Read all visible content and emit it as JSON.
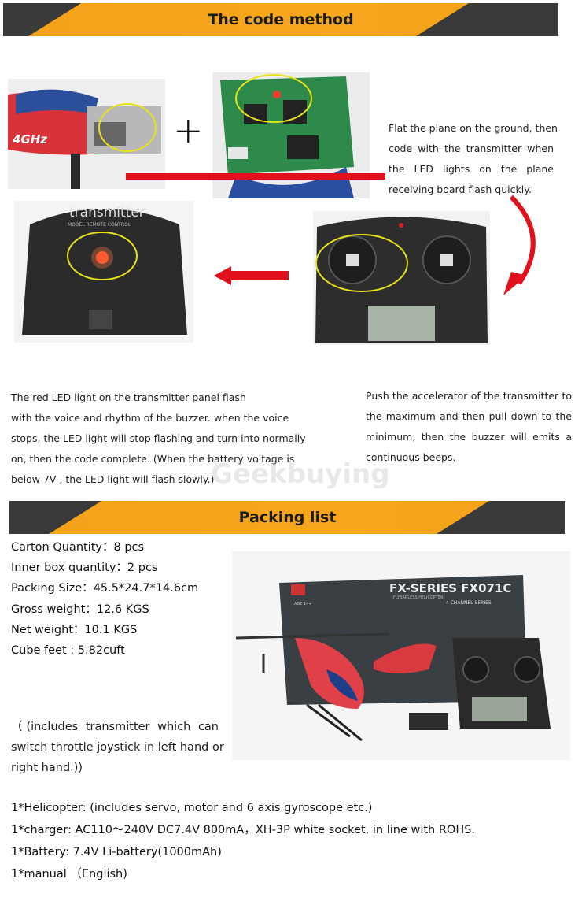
{
  "banner1": {
    "title": "The code method"
  },
  "banner2": {
    "title": "Packing list"
  },
  "step1_text": [
    "Flat the plane on the ground, then",
    "code with the transmitter when",
    "the LED lights on the plane",
    "receiving board flash quickly."
  ],
  "plus_sign": "+",
  "photo_labels": {
    "heli_label": "4GHz",
    "transmitter_brand": "transmitter",
    "transmitter_sub": "MODEL REMOTE CONTROL"
  },
  "step3_text": [
    "The red LED light on the transmitter panel flash",
    "with the voice and rhythm of the   buzzer. when the voice",
    "stops, the LED light will stop    flashing and turn into normally",
    "on, then the code complete.    (When the battery voltage is",
    "below 7V , the LED light will     flash slowly.)"
  ],
  "step2_text": [
    "Push the accelerator of the transmitter to",
    "the maximum and then pull down to the",
    "minimum, then the buzzer will emits a",
    "continuous beeps."
  ],
  "watermark": "Geekbuying",
  "specs": [
    "Carton Quantity：8 pcs",
    "Inner box quantity：2 pcs",
    "Packing Size：45.5*24.7*14.6cm",
    "Gross weight：12.6    KGS",
    "Net    weight：10.1    KGS",
    "Cube feet : 5.82cuft"
  ],
  "note_lines": [
    "（(includes transmitter which can",
    "switch throttle joystick in left hand or",
    "right hand.))"
  ],
  "box_labels": {
    "series": "FX-SERIES FX071C",
    "sub1": "FLYBARLESS HELICOPTER",
    "sub2": "4 CHANNEL SERIES",
    "age": "AGE 14+"
  },
  "includes": [
    "1*Helicopter: (includes servo, motor and 6 axis gyroscope etc.)",
    "1*charger: AC110～240V DC7.4V 800mA，XH-3P white socket, in line with ROHS.",
    "1*Battery: 7.4V Li-battery(1000mAh)",
    "1*manual   （English)"
  ],
  "colors": {
    "banner_orange": "#f6a71c",
    "banner_dark": "#3a3a3a",
    "arrow_red": "#e0101c",
    "highlight_ellipse": "#e8e21a"
  }
}
